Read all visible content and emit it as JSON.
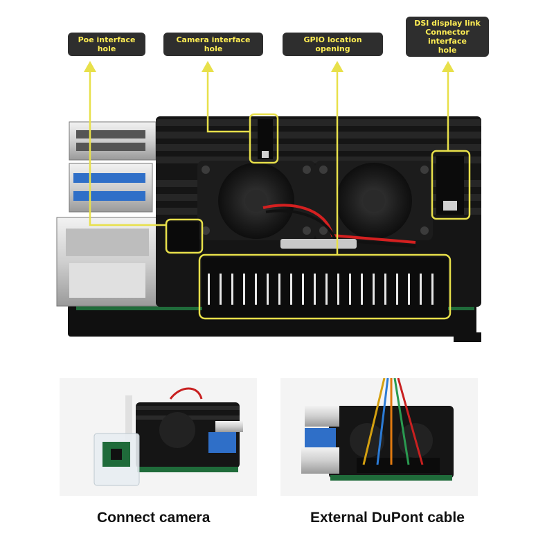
{
  "callouts": {
    "poe": "Poe interface hole",
    "camera": "Camera interface hole",
    "gpio": "GPIO location opening",
    "dsi": "DSI display link\nConnector interface\nhole"
  },
  "captions": {
    "camera": "Connect camera",
    "dupont": "External DuPont cable"
  },
  "colors": {
    "callout_bg": "#2e2e2e",
    "callout_text": "#ffee55",
    "highlight": "#e8e04a",
    "case": "#151515"
  }
}
